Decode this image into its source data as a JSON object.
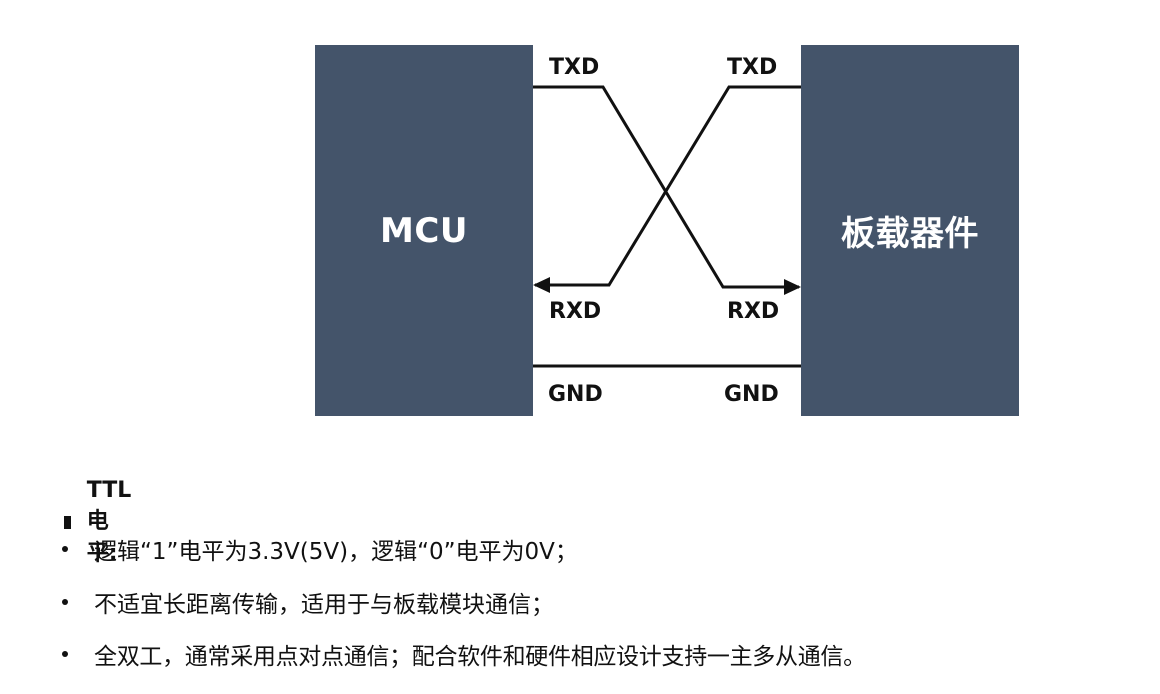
{
  "diagram": {
    "left_box_label": "MCU",
    "right_box_label": "板载器件",
    "pins": {
      "txd_left": "TXD",
      "txd_right": "TXD",
      "rxd_left": "RXD",
      "rxd_right": "RXD",
      "gnd_left": "GND",
      "gnd_right": "GND"
    },
    "colors": {
      "box": "#44546a",
      "box_text": "#ffffff",
      "wire": "#111111"
    }
  },
  "notes": {
    "heading": "TTL电平:",
    "bullets": [
      "逻辑“1”电平为3.3V(5V)，逻辑“0”电平为0V；",
      "不适宜长距离传输，适用于与板载模块通信；",
      "全双工，通常采用点对点通信；配合软件和硬件相应设计支持一主多从通信。"
    ]
  }
}
